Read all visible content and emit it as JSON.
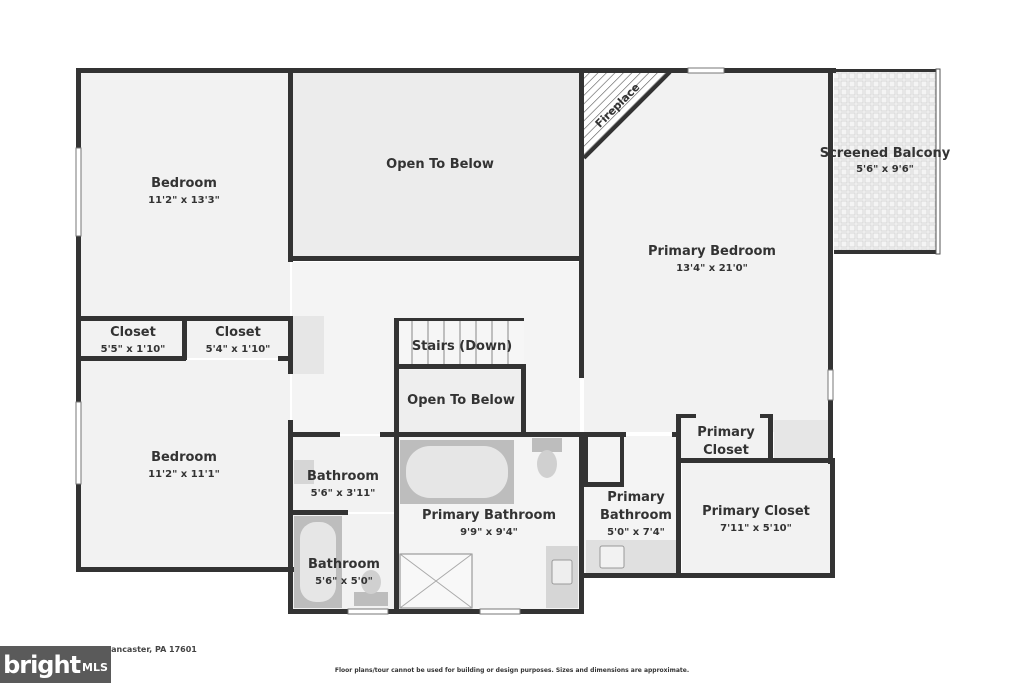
{
  "rooms": {
    "bedroom_1": {
      "name": "Bedroom",
      "dims": "11'2\" x 13'3\""
    },
    "open_below_1": {
      "name": "Open To Below"
    },
    "fireplace": {
      "name": "Fireplace"
    },
    "primary_bedroom": {
      "name": "Primary Bedroom",
      "dims": "13'4\" x 21'0\""
    },
    "screened_balcony": {
      "name": "Screened Balcony",
      "dims": "5'6\" x 9'6\""
    },
    "closet_1": {
      "name": "Closet",
      "dims": "5'5\" x 1'10\""
    },
    "closet_2": {
      "name": "Closet",
      "dims": "5'4\" x 1'10\""
    },
    "stairs": {
      "name": "Stairs (Down)"
    },
    "open_below_2": {
      "name": "Open To Below"
    },
    "bedroom_2": {
      "name": "Bedroom",
      "dims": "11'2\" x 11'1\""
    },
    "bathroom_1": {
      "name": "Bathroom",
      "dims": "5'6\" x 3'11\""
    },
    "bathroom_2": {
      "name": "Bathroom",
      "dims": "5'6\" x 5'0\""
    },
    "primary_bathroom_1": {
      "name": "Primary Bathroom",
      "dims": "9'9\" x 9'4\""
    },
    "primary_bathroom_2": {
      "name_line1": "Primary",
      "name_line2": "Bathroom",
      "dims": "5'0\" x 7'4\""
    },
    "primary_closet_small": {
      "name_line1": "Primary",
      "name_line2": "Closet"
    },
    "primary_closet_large": {
      "name": "Primary Closet",
      "dims": "7'11\" x 5'10\""
    }
  },
  "footer": {
    "address": "Lancaster, PA 17601",
    "disclaimer": "Floor plans/tour cannot be used for building or design purposes. Sizes and dimensions are approximate.",
    "logo_text": "bright",
    "logo_suffix": "MLS"
  },
  "colors": {
    "wall": "#333333",
    "floor": "#f2f2f2",
    "open_below": "#eeeeee",
    "fixture": "#bdbdbd",
    "logo_bg": "#5a5a5a"
  }
}
